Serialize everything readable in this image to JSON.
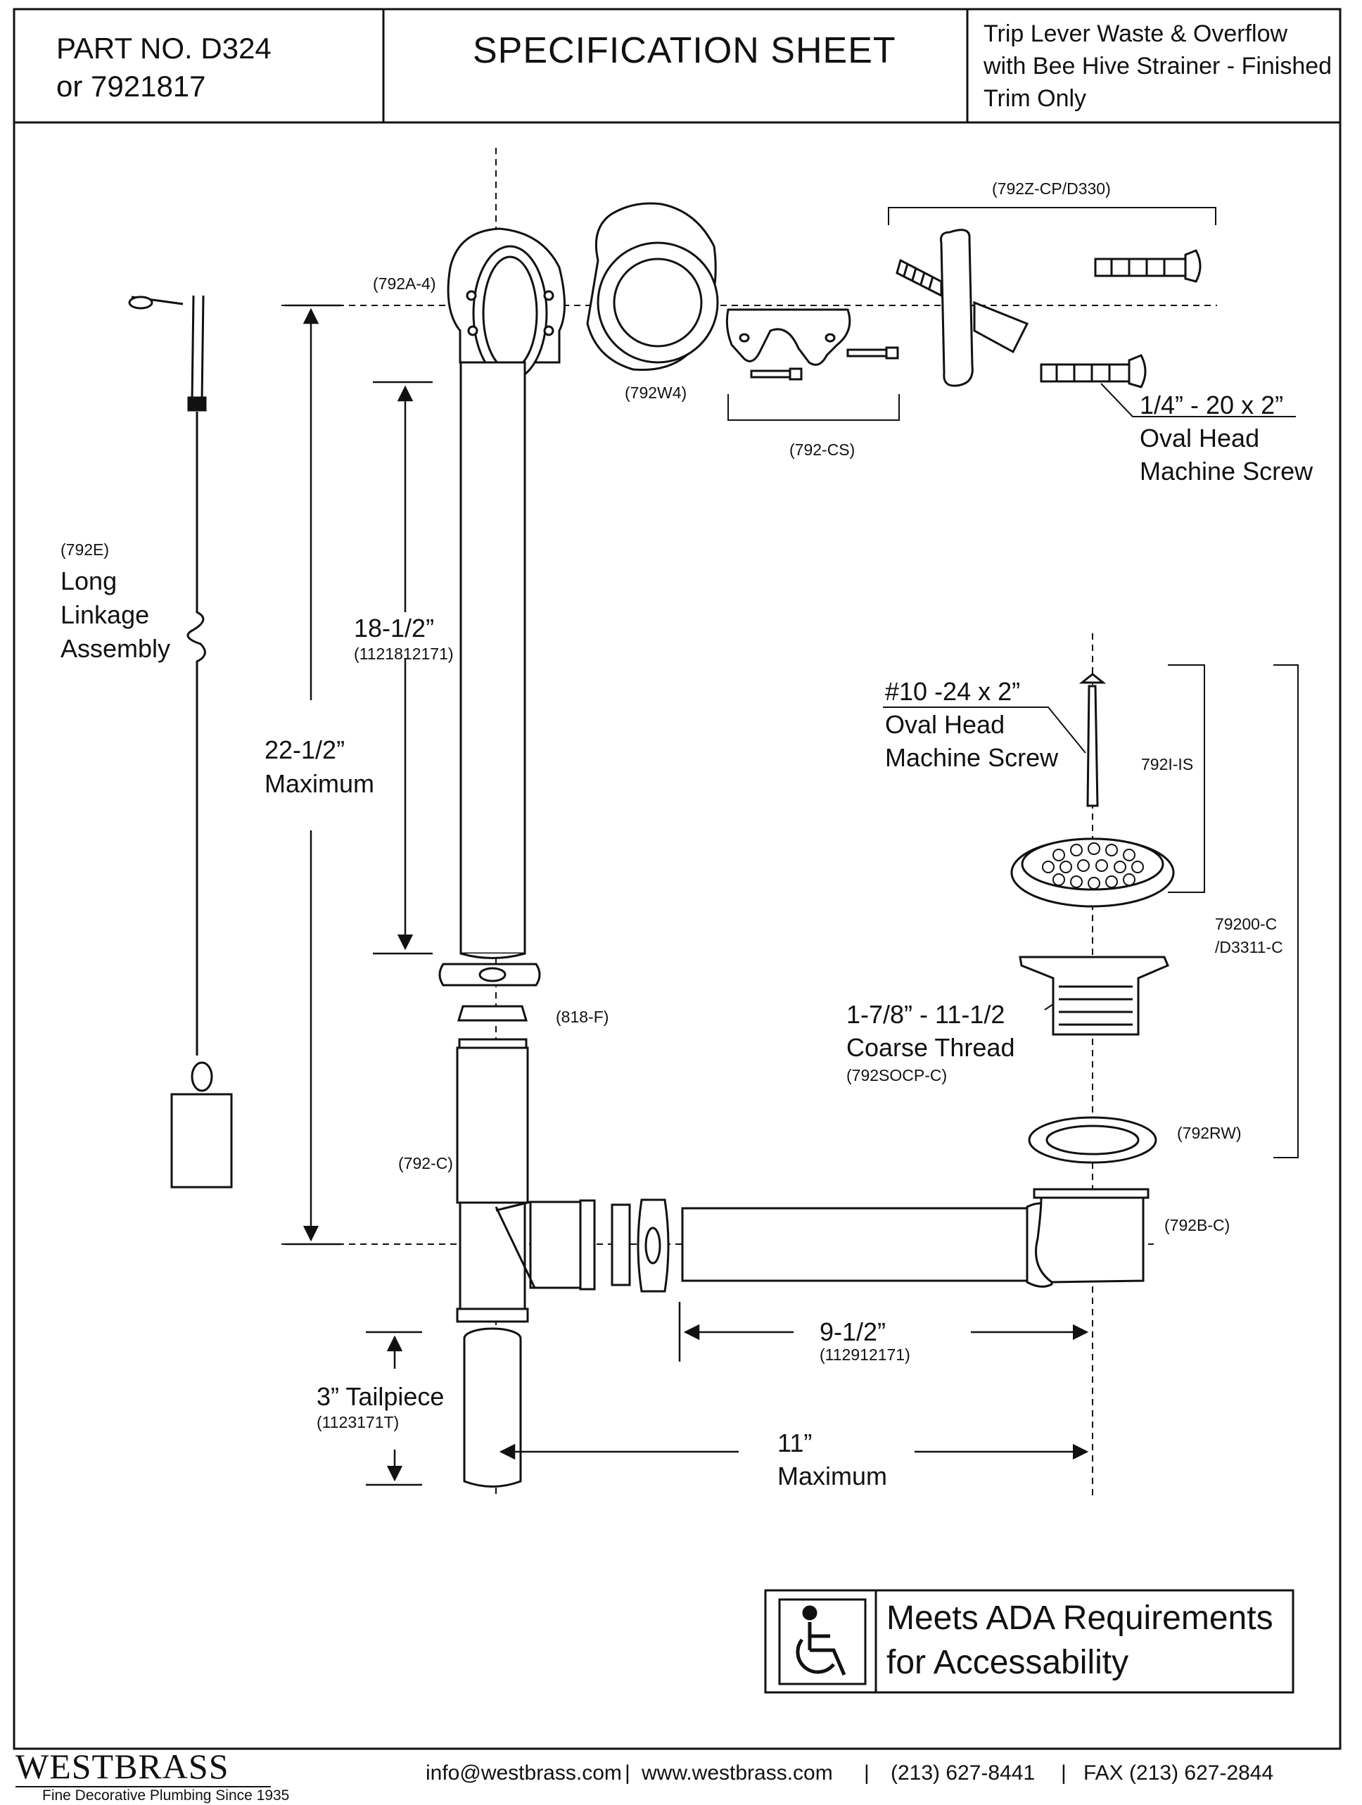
{
  "header": {
    "part_line1": "PART NO.   D324",
    "part_line2": "or 7921817",
    "title": "SPECIFICATION SHEET",
    "desc_lines": [
      "Trip Lever Waste & Overflow",
      "with Bee Hive Strainer - Finished",
      "Trim Only"
    ]
  },
  "diagram": {
    "part_792Z": "(792Z-CP/D330)",
    "part_792A4": "(792A-4)",
    "part_792W4": "(792W4)",
    "part_792CS": "(792-CS)",
    "screw_large_lines": [
      "1/4” - 20 x 2”",
      "Oval Head",
      "Machine Screw"
    ],
    "part_792E": "(792E)",
    "linkage_lines": [
      "Long",
      "Linkage",
      "Assembly"
    ],
    "dim_18": "18-1/2”",
    "part_18": "(1121812171)",
    "dim_22_lines": [
      "22-1/2”",
      "Maximum"
    ],
    "screw_small_lines": [
      "#10 -24 x 2”",
      "Oval Head",
      "Machine Screw"
    ],
    "part_792IIS": "792I-IS",
    "part_79200_lines": [
      "79200-C",
      "/D3311-C"
    ],
    "part_818F": "(818-F)",
    "thread_lines": [
      "1-7/8” - 11-1/2",
      "Coarse Thread"
    ],
    "part_792SOCP": "(792SOCP-C)",
    "part_792RW": "(792RW)",
    "part_792C": "(792-C)",
    "part_792BC": "(792B-C)",
    "dim_9": "9-1/2”",
    "part_9": "(112912171)",
    "tailpiece": "3” Tailpiece",
    "part_tailpiece": "(1123171T)",
    "dim_11_lines": [
      "11”",
      "Maximum"
    ]
  },
  "ada": {
    "lines": [
      "Meets  ADA Requirements",
      "for Accessability"
    ],
    "icon": "wheelchair-icon"
  },
  "footer": {
    "brand": "WESTBRASS",
    "tagline": "Fine Decorative Plumbing Since 1935",
    "email": "info@westbrass.com",
    "website": "www.westbrass.com",
    "phone": "(213) 627-8441",
    "fax": "FAX (213) 627-2844",
    "separator": "|"
  }
}
